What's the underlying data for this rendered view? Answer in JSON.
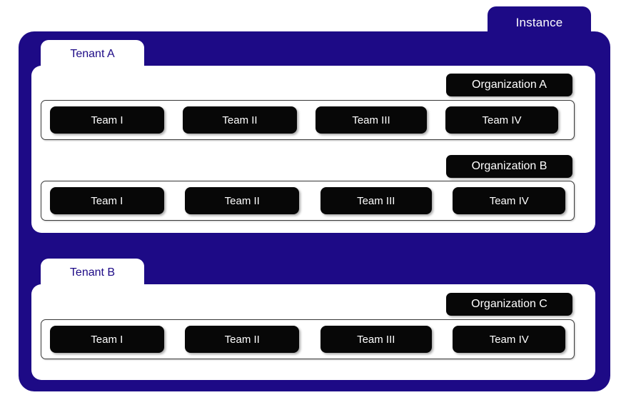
{
  "colors": {
    "instance_blue": "#1d0a86",
    "panel_white": "#ffffff",
    "box_black": "#070707",
    "row_border": "#3a3a3a",
    "tenant_text": "#1d0a86"
  },
  "instance": {
    "label": "Instance"
  },
  "tenants": [
    {
      "label": "Tenant A",
      "organizations": [
        {
          "label": "Organization A",
          "teams": [
            "Team I",
            "Team II",
            "Team III",
            "Team IV"
          ]
        },
        {
          "label": "Organization B",
          "teams": [
            "Team I",
            "Team II",
            "Team III",
            "Team IV"
          ]
        }
      ]
    },
    {
      "label": "Tenant B",
      "organizations": [
        {
          "label": "Organization C",
          "teams": [
            "Team I",
            "Team II",
            "Team III",
            "Team IV"
          ]
        }
      ]
    }
  ]
}
